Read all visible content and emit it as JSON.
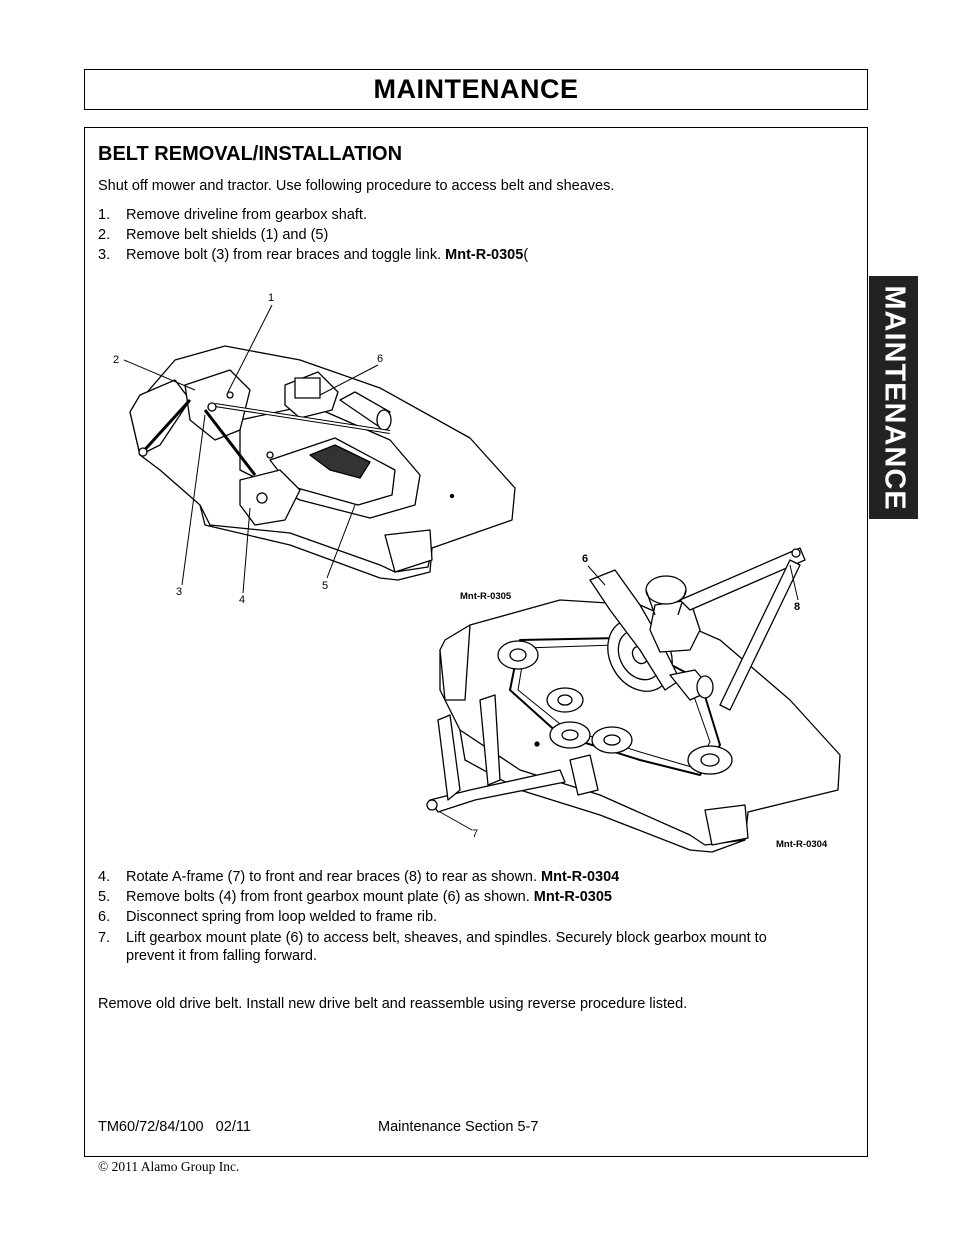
{
  "header": {
    "title": "MAINTENANCE"
  },
  "side_tab": {
    "label": "MAINTENANCE"
  },
  "section": {
    "title": "BELT REMOVAL/INSTALLATION",
    "intro": "Shut off mower and tractor. Use following procedure to access belt and sheaves."
  },
  "steps_a": [
    {
      "num": "1.",
      "text": "Remove driveline from gearbox shaft.",
      "ref": ""
    },
    {
      "num": "2.",
      "text": "Remove belt shields (1) and (5)",
      "ref": ""
    },
    {
      "num": "3.",
      "text": "Remove bolt (3) from rear braces and toggle link. ",
      "ref": "Mnt-R-0305",
      "tail": "("
    }
  ],
  "figures": {
    "fig1_callouts": [
      "1",
      "2",
      "6",
      "3",
      "4",
      "5"
    ],
    "fig1_label": "Mnt-R-0305",
    "fig2_callouts": [
      "6",
      "8",
      "7"
    ],
    "fig2_label": "Mnt-R-0304"
  },
  "steps_b": [
    {
      "num": "4.",
      "text": "Rotate A-frame (7) to front and rear braces (8) to rear as shown. ",
      "ref": "Mnt-R-0304"
    },
    {
      "num": "5.",
      "text": "Remove bolts (4) from front gearbox mount plate (6) as shown. ",
      "ref": "Mnt-R-0305"
    },
    {
      "num": "6.",
      "text": "Disconnect spring from loop welded to frame rib.",
      "ref": ""
    },
    {
      "num": "7.",
      "text": "Lift gearbox mount plate (6) to access belt, sheaves, and spindles. Securely block gearbox mount to prevent it from falling forward.",
      "ref": ""
    }
  ],
  "closing": "Remove old drive belt. Install new drive belt and reassemble using reverse procedure listed.",
  "footer": {
    "model": "TM60/72/84/100   02/11",
    "section": "Maintenance Section 5-7",
    "copyright": "© 2011 Alamo Group Inc."
  }
}
